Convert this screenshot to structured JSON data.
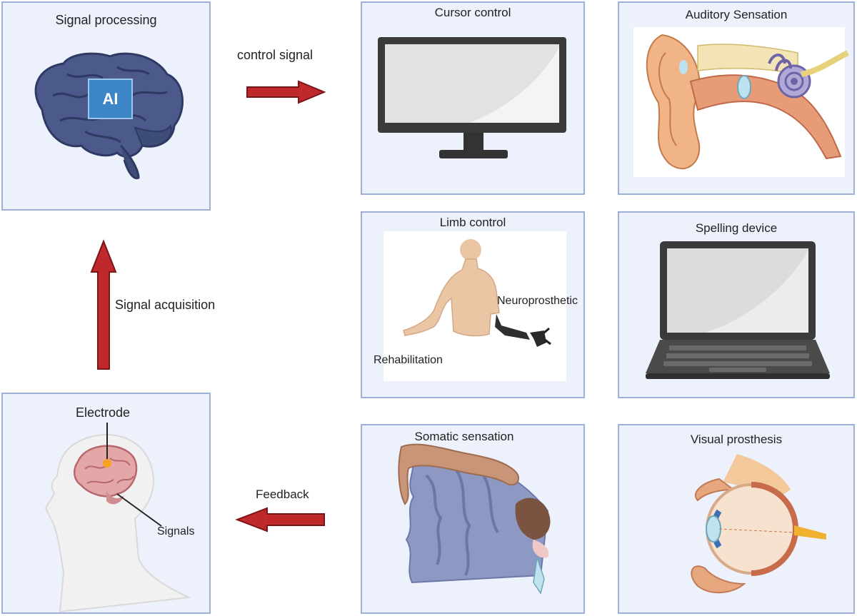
{
  "panels": {
    "signal_processing": {
      "title": "Signal processing",
      "badge": "AI"
    },
    "cursor_control": {
      "title": "Cursor control"
    },
    "auditory": {
      "title": "Auditory Sensation"
    },
    "limb_control": {
      "title": "Limb control",
      "neuro": "Neuroprosthetic",
      "rehab": "Rehabilitation"
    },
    "spelling": {
      "title": "Spelling device"
    },
    "electrode": {
      "title": "Electrode",
      "signals": "Signals"
    },
    "somatic": {
      "title": "Somatic sensation"
    },
    "visual": {
      "title": "Visual prosthesis"
    }
  },
  "arrows": {
    "control": "control signal",
    "acquisition": "Signal acquisition",
    "feedback": "Feedback"
  },
  "colors": {
    "panel_bg": "#edf1fb",
    "panel_border": "#9fb0d8",
    "arrow_fill": "#c0292b",
    "arrow_stroke": "#7a1518"
  }
}
